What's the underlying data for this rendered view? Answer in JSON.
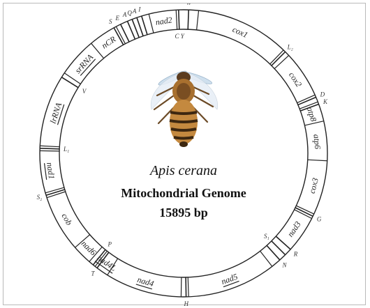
{
  "center": {
    "species": "Apis cerana",
    "title": "Mitochondrial Genome",
    "length": "15895 bp"
  },
  "segments": [
    {
      "label": "cox1",
      "start": 6,
      "end": 44,
      "underline": false
    },
    {
      "label": "cox2",
      "start": 47,
      "end": 66,
      "underline": false
    },
    {
      "label": "atp8",
      "start": 69,
      "end": 77,
      "underline": false
    },
    {
      "label": "atp6",
      "start": 77,
      "end": 93,
      "underline": false
    },
    {
      "label": "cox3",
      "start": 93,
      "end": 115,
      "underline": false
    },
    {
      "label": "nad3",
      "start": 117,
      "end": 132,
      "underline": false
    },
    {
      "label": "nad5",
      "start": 142,
      "end": 178,
      "underline": true
    },
    {
      "label": "nad4",
      "start": 181,
      "end": 212,
      "underline": true
    },
    {
      "label": "nad4L",
      "start": 212,
      "end": 218,
      "underline": true
    },
    {
      "label": "nad6",
      "start": 221,
      "end": 229,
      "underline": false
    },
    {
      "label": "cob",
      "start": 229,
      "end": 252,
      "underline": false
    },
    {
      "label": "nad1",
      "start": 254,
      "end": 271,
      "underline": true
    },
    {
      "label": "lrRNA",
      "start": 273,
      "end": 302,
      "underline": true
    },
    {
      "label": "srRNA",
      "start": 304,
      "end": 320,
      "underline": true
    },
    {
      "label": "nCR",
      "start": 320,
      "end": 332,
      "underline": false
    },
    {
      "label": "nad2",
      "start": 346,
      "end": 357,
      "underline": false
    }
  ],
  "trna": [
    {
      "label": "W",
      "angle": 2
    },
    {
      "label": "C Y",
      "angle": 358,
      "inner": true
    },
    {
      "label": "L₂",
      "angle": 45
    },
    {
      "label": "D",
      "angle": 67
    },
    {
      "label": "K",
      "angle": 70
    },
    {
      "label": "G",
      "angle": 116
    },
    {
      "label": "R",
      "angle": 132
    },
    {
      "label": "S₁",
      "angle": 135,
      "inner": true
    },
    {
      "label": "N",
      "angle": 138
    },
    {
      "label": "H",
      "angle": 179
    },
    {
      "label": "P",
      "angle": 219,
      "inner": true
    },
    {
      "label": "T",
      "angle": 217
    },
    {
      "label": "S₂",
      "angle": 253
    },
    {
      "label": "L₁",
      "angle": 272,
      "inner": true
    },
    {
      "label": "V",
      "angle": 302,
      "inner": true
    },
    {
      "label": "S",
      "angle": 331
    },
    {
      "label": "E",
      "angle": 334
    },
    {
      "label": "A",
      "angle": 337
    },
    {
      "label": "Q",
      "angle": 339
    },
    {
      "label": "A",
      "angle": 341
    },
    {
      "label": "I",
      "angle": 343
    }
  ]
}
